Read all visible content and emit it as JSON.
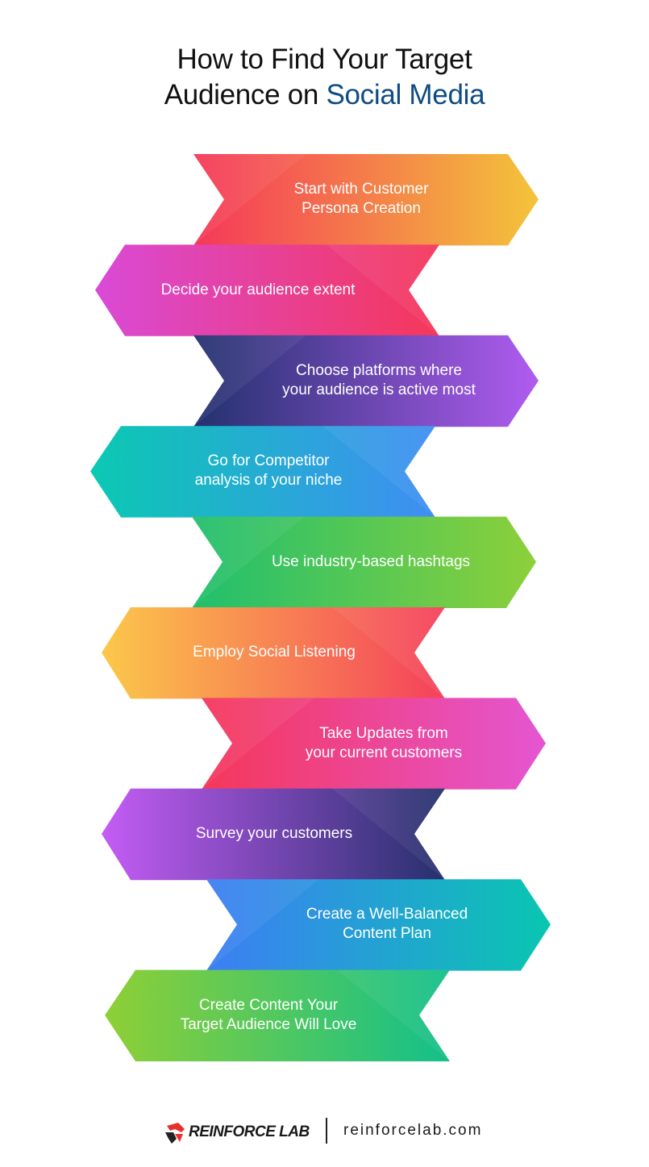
{
  "title": {
    "line1": "How to Find Your Target",
    "line2_prefix": "Audience on ",
    "line2_accent": "Social Media",
    "accent_color": "#0f4c81"
  },
  "steps": [
    {
      "lines": [
        "Start with Customer",
        "Persona Creation"
      ],
      "gradient": [
        "#f5375a",
        "#f4c43a"
      ]
    },
    {
      "lines": [
        "Decide your audience extent"
      ],
      "gradient": [
        "#d94ad6",
        "#f5375a"
      ]
    },
    {
      "lines": [
        "Choose platforms where",
        "your audience is active most"
      ],
      "gradient": [
        "#23316e",
        "#b05cf0"
      ]
    },
    {
      "lines": [
        "Go for Competitor",
        "analysis of your niche"
      ],
      "gradient": [
        "#0bc9b2",
        "#3f8ef3"
      ]
    },
    {
      "lines": [
        "Use industry-based hashtags"
      ],
      "gradient": [
        "#20bf6e",
        "#8dd03a"
      ]
    },
    {
      "lines": [
        "Employ Social Listening"
      ],
      "gradient": [
        "#fbc84a",
        "#f5405c"
      ]
    },
    {
      "lines": [
        "Take Updates from",
        "your current customers"
      ],
      "gradient": [
        "#f5375a",
        "#e456d2"
      ]
    },
    {
      "lines": [
        "Survey your customers"
      ],
      "gradient": [
        "#c45cf5",
        "#26306c"
      ]
    },
    {
      "lines": [
        "Create a Well-Balanced",
        "Content Plan"
      ],
      "gradient": [
        "#3d7ef4",
        "#09c6b1"
      ]
    },
    {
      "lines": [
        "Create Content Your",
        "Target Audience Will Love"
      ],
      "gradient": [
        "#8fcf36",
        "#13c08a"
      ]
    }
  ],
  "footer": {
    "brand": "REINFORCE LAB",
    "website": "reinforcelab.com",
    "brand_color": "#e6312f",
    "logo_icon": "reinforce-lab-logo-icon"
  }
}
